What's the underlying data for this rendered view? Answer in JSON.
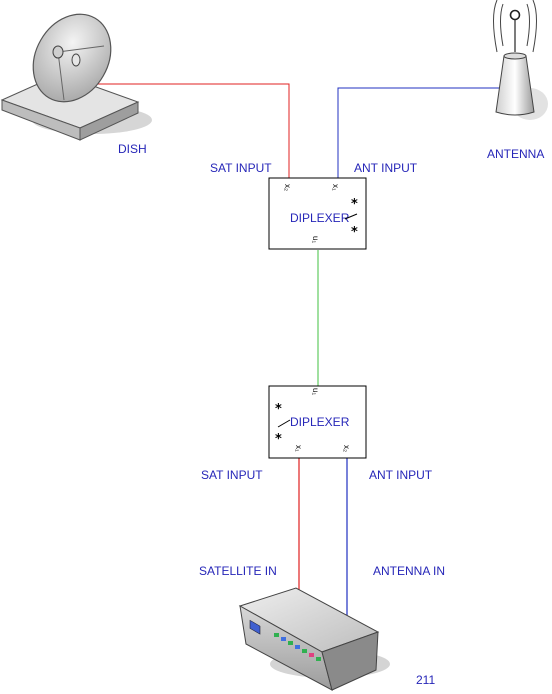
{
  "devices": {
    "dish": {
      "label": "DISH"
    },
    "antenna": {
      "label": "ANTENNA"
    },
    "receiver": {
      "label": "211"
    }
  },
  "top_diplexer": {
    "label": "DIPLEXER",
    "left_input_label": "SAT INPUT",
    "right_input_label": "ANT INPUT",
    "ports": {
      "x2": "x₂",
      "x1": "x₁",
      "u1": "u₁"
    },
    "mark": "*"
  },
  "bottom_diplexer": {
    "label": "DIPLEXER",
    "left_output_label": "SAT INPUT",
    "right_output_label": "ANT INPUT",
    "ports": {
      "u1": "u₁",
      "x1": "x₁",
      "x2": "x₂"
    },
    "mark": "*"
  },
  "receiver_inputs": {
    "satellite": "SATELLITE IN",
    "antenna": "ANTENNA IN"
  },
  "colors": {
    "satellite_line": "#e02020",
    "antenna_line": "#2030c0",
    "link_line": "#40c040",
    "label_text": "#2626b8"
  }
}
